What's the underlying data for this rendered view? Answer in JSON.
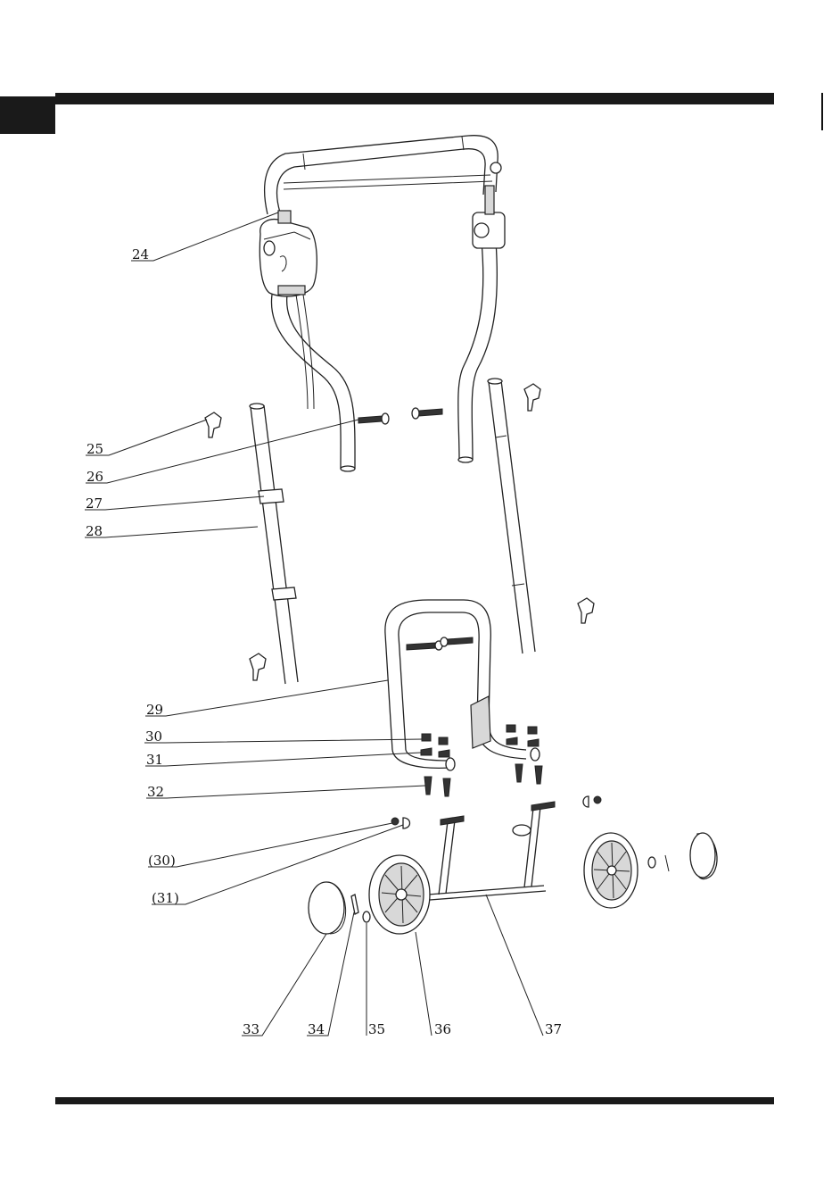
{
  "colors": {
    "ink": "#111111",
    "background": "#ffffff",
    "band": "#1a1a1a"
  },
  "callouts": [
    {
      "id": "24",
      "label": "24"
    },
    {
      "id": "25",
      "label": "25"
    },
    {
      "id": "26",
      "label": "26"
    },
    {
      "id": "27",
      "label": "27"
    },
    {
      "id": "28",
      "label": "28"
    },
    {
      "id": "29",
      "label": "29"
    },
    {
      "id": "30",
      "label": "30"
    },
    {
      "id": "31",
      "label": "31"
    },
    {
      "id": "32",
      "label": "32"
    },
    {
      "id": "30b",
      "label": "(30)"
    },
    {
      "id": "31b",
      "label": "(31)"
    },
    {
      "id": "33",
      "label": "33"
    },
    {
      "id": "34",
      "label": "34"
    },
    {
      "id": "35",
      "label": "35"
    },
    {
      "id": "36",
      "label": "36"
    },
    {
      "id": "37",
      "label": "37"
    }
  ]
}
